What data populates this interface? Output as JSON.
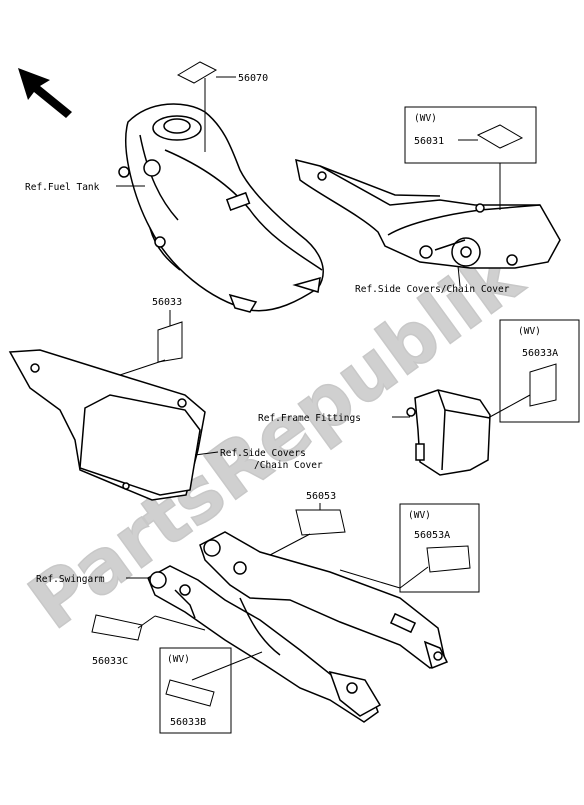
{
  "diagram": {
    "watermark": "PartsRepublik",
    "labels": {
      "fuel_tank_ref": "Ref.Fuel Tank",
      "side_covers_ref_top": "Ref.Side Covers/Chain Cover",
      "frame_fittings_ref": "Ref.Frame Fittings",
      "side_covers_ref_mid_1": "Ref.Side Covers",
      "side_covers_ref_mid_2": "/Chain Cover",
      "swingarm_ref": "Ref.Swingarm"
    },
    "parts": {
      "p56070": "56070",
      "p56031": "56031",
      "p56033": "56033",
      "p56033A": "56033A",
      "p56053": "56053",
      "p56053A": "56053A",
      "p56033C": "56033C",
      "p56033B": "56033B"
    },
    "wv_tags": [
      "(WV)",
      "(WV)",
      "(WV)",
      "(WV)"
    ]
  }
}
